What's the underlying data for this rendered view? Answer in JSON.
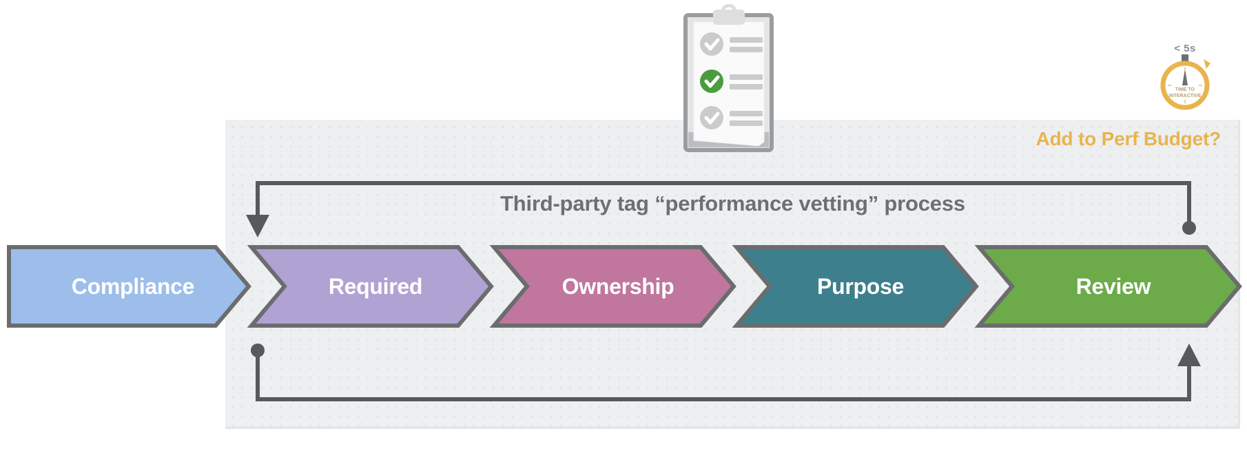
{
  "diagram": {
    "title": "Third-party tag “performance vetting” process",
    "perf_budget_label": "Add to Perf Budget?",
    "panel_bg": "#edeff1",
    "line_color": "#58595b",
    "accent_color": "#e9b44c",
    "title_color": "#6d6f72"
  },
  "stages": [
    {
      "label": "Compliance",
      "color": "#9dbdeb",
      "border": "#6a6c6e"
    },
    {
      "label": "Required",
      "color": "#b0a3d3",
      "border": "#6a6c6e"
    },
    {
      "label": "Ownership",
      "color": "#c1769e",
      "border": "#6a6c6e"
    },
    {
      "label": "Purpose",
      "color": "#3d7f8c",
      "border": "#6a6c6e"
    },
    {
      "label": "Review",
      "color": "#6caa4a",
      "border": "#6a6c6e"
    }
  ],
  "stopwatch": {
    "caption": "< 5s",
    "dial_line1": "TIME TO",
    "dial_line2": "INTERACTIVE",
    "color": "#e9b44c"
  },
  "clipboard": {
    "items": [
      {
        "state": "unchecked",
        "color": "#c9cbcd"
      },
      {
        "state": "checked",
        "color": "#4a9c3e"
      },
      {
        "state": "unchecked",
        "color": "#c9cbcd"
      }
    ]
  }
}
